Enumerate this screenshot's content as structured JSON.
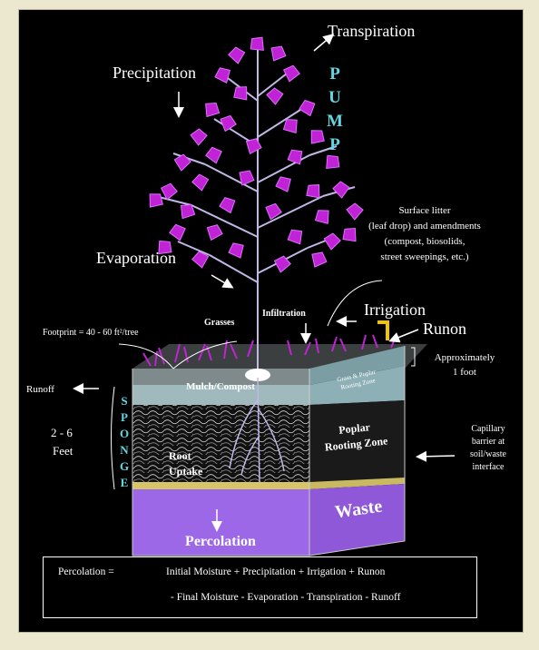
{
  "labels": {
    "precipitation": "Precipitation",
    "transpiration": "Transpiration",
    "pump": [
      "P",
      "U",
      "M",
      "P"
    ],
    "surface_litter": [
      "Surface litter",
      "(leaf drop) and amendments",
      "(compost, biosolids,",
      "street sweepings, etc.)"
    ],
    "evaporation": "Evaporation",
    "irrigation": "Irrigation",
    "runon": "Runon",
    "grasses": "Grasses",
    "infiltration": "Infiltration",
    "footprint": "Footprint = 40 - 60 ft²/tree",
    "approximately": [
      "Approximately",
      "1 foot"
    ],
    "runoff": "Runoff",
    "mulch_compost": "Mulch/Compost",
    "grass_rooting_zone": [
      "Grass & Poplar",
      "Rooting Zone"
    ],
    "sponge": [
      "S",
      "P",
      "O",
      "N",
      "G",
      "E"
    ],
    "depth": [
      "2 - 6",
      "Feet"
    ],
    "poplar_rooting_zone": [
      "Poplar",
      "Rooting Zone"
    ],
    "capillary": [
      "Capillary",
      "barrier at",
      "soil/waste",
      "interface"
    ],
    "root_uptake": [
      "Root",
      "Uptake"
    ],
    "waste": "Waste",
    "percolation": "Percolation"
  },
  "formula": {
    "term": "Percolation =",
    "line1": "Initial Moisture + Precipitation + Irrigation + Runon",
    "line2": "- Final Moisture - Evaporation - Transpiration - Runoff"
  },
  "colors": {
    "background": "#000000",
    "leaf": "#c022d6",
    "label": "#ffffff",
    "accent": "#63d7e2",
    "waste": "#9a5fe4",
    "page": "#ece8cf"
  }
}
